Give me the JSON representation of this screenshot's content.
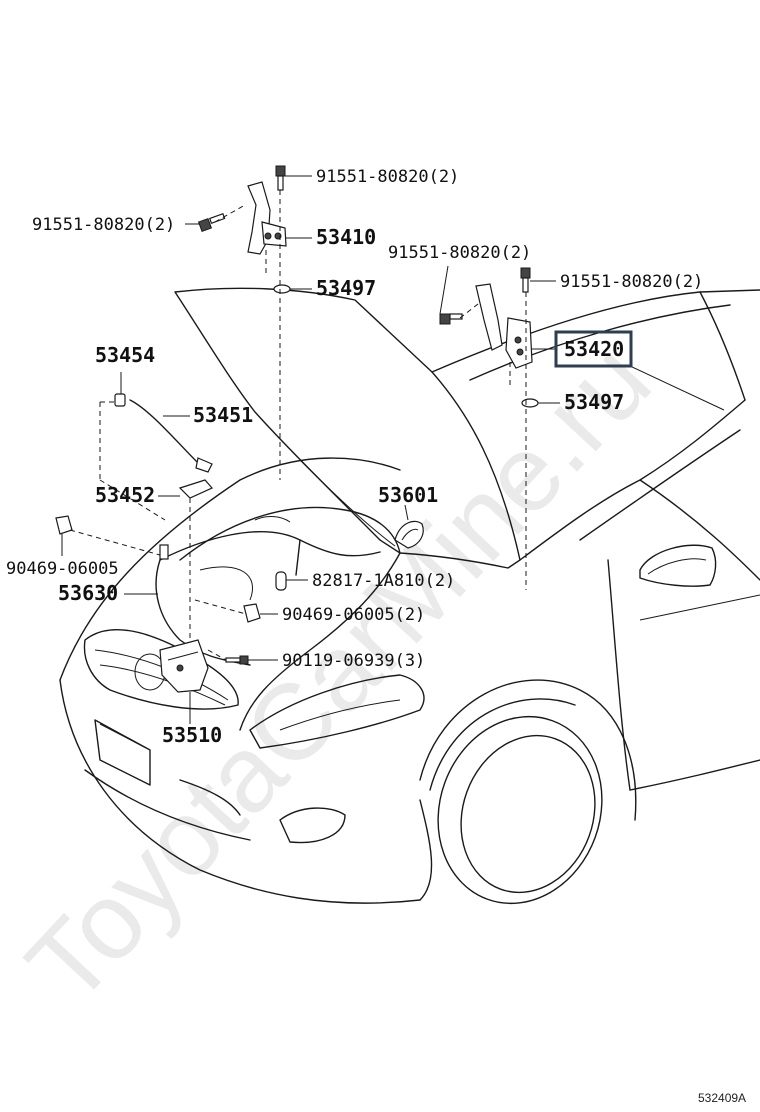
{
  "watermark": "ToyotaCarMine.ru",
  "diagram_code": "532409A",
  "highlighted_part": "53420",
  "callouts": {
    "c91551_top": "91551-80820(2)",
    "c91551_left": "91551-80820(2)",
    "c53410": "53410",
    "c53497_top": "53497",
    "c91551_mid": "91551-80820(2)",
    "c91551_right": "91551-80820(2)",
    "c53420": "53420",
    "c53497_right": "53497",
    "c53454": "53454",
    "c53451": "53451",
    "c53452": "53452",
    "c53601": "53601",
    "c90469_left": "90469-06005",
    "c82817": "82817-1A810(2)",
    "c53630": "53630",
    "c90469_mid": "90469-06005(2)",
    "c90119": "90119-06939(3)",
    "c53510": "53510"
  }
}
